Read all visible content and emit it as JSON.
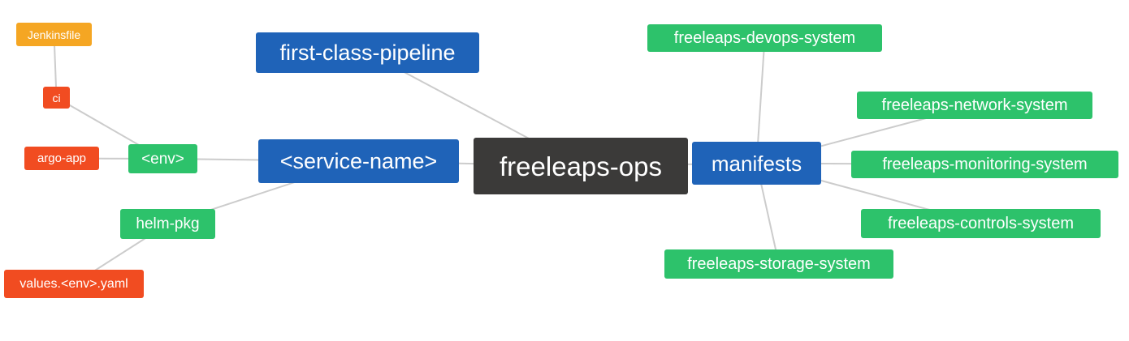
{
  "diagram": {
    "type": "mindmap",
    "root_label": "freeleaps-ops",
    "colors": {
      "root_node": "#3b3a39",
      "primary_branch": "#1f63b8",
      "secondary_branch": "#2dc26b",
      "leaf_red": "#f14c21",
      "leaf_amber": "#f5a623",
      "edge": "#cccccc",
      "text": "#ffffff",
      "background": "#ffffff"
    },
    "nodes": {
      "jenkinsfile": {
        "label": "Jenkinsfile"
      },
      "ci": {
        "label": "ci"
      },
      "argo_app": {
        "label": "argo-app"
      },
      "env": {
        "label": "<env>"
      },
      "helm_pkg": {
        "label": "helm-pkg"
      },
      "values_yaml": {
        "label": "values.<env>.yaml"
      },
      "first_class_pipeline": {
        "label": "first-class-pipeline"
      },
      "service_name": {
        "label": "<service-name>"
      },
      "root": {
        "label": "freeleaps-ops"
      },
      "manifests": {
        "label": "manifests"
      },
      "devops_system": {
        "label": "freeleaps-devops-system"
      },
      "network_system": {
        "label": "freeleaps-network-system"
      },
      "monitoring_system": {
        "label": "freeleaps-monitoring-system"
      },
      "controls_system": {
        "label": "freeleaps-controls-system"
      },
      "storage_system": {
        "label": "freeleaps-storage-system"
      }
    },
    "edges": [
      {
        "from": "jenkinsfile",
        "to": "ci"
      },
      {
        "from": "ci",
        "to": "env"
      },
      {
        "from": "argo_app",
        "to": "env"
      },
      {
        "from": "env",
        "to": "service_name"
      },
      {
        "from": "service_name",
        "to": "helm_pkg"
      },
      {
        "from": "helm_pkg",
        "to": "values_yaml"
      },
      {
        "from": "first_class_pipeline",
        "to": "root"
      },
      {
        "from": "service_name",
        "to": "root"
      },
      {
        "from": "root",
        "to": "manifests"
      },
      {
        "from": "manifests",
        "to": "devops_system"
      },
      {
        "from": "manifests",
        "to": "network_system"
      },
      {
        "from": "manifests",
        "to": "monitoring_system"
      },
      {
        "from": "manifests",
        "to": "controls_system"
      },
      {
        "from": "manifests",
        "to": "storage_system"
      }
    ]
  }
}
